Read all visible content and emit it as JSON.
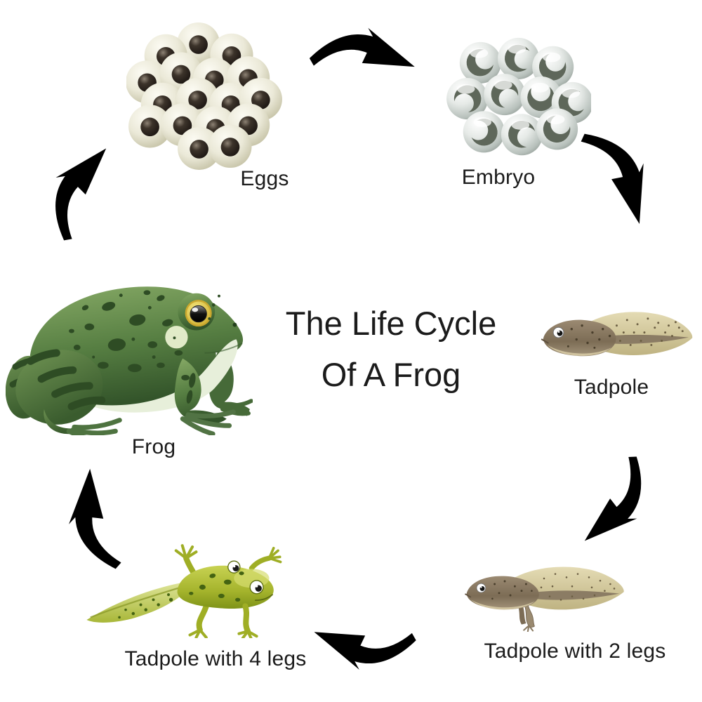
{
  "title": {
    "line1": "The Life Cycle",
    "line2": "Of A Frog"
  },
  "stages": [
    {
      "label": "Eggs"
    },
    {
      "label": "Embryo"
    },
    {
      "label": "Tadpole"
    },
    {
      "label": "Tadpole with 2 legs"
    },
    {
      "label": "Tadpole with 4 legs"
    },
    {
      "label": "Frog"
    }
  ],
  "icons": [
    {
      "name": "eggs-illustration"
    },
    {
      "name": "embryo-illustration"
    },
    {
      "name": "tadpole-illustration"
    },
    {
      "name": "tadpole-2-legs-illustration"
    },
    {
      "name": "tadpole-4-legs-illustration"
    },
    {
      "name": "frog-illustration"
    },
    {
      "name": "cycle-arrow-icon"
    }
  ],
  "colors": {
    "background": "#ffffff",
    "text": "#1b1b1b",
    "arrow": "#000000",
    "egg_shell": "#ebe9d8",
    "egg_core": "#241c15",
    "embryo_sphere": "#c2cbc5",
    "embryo_core": "#5e675a",
    "tadpole_body": "#8a7a64",
    "tadpole_tail": "#d3c8a0",
    "froglet_green": "#a4b32c",
    "frog_green": "#567e42",
    "frog_belly": "#e7efda",
    "frog_eye": "#e3cf4a"
  }
}
